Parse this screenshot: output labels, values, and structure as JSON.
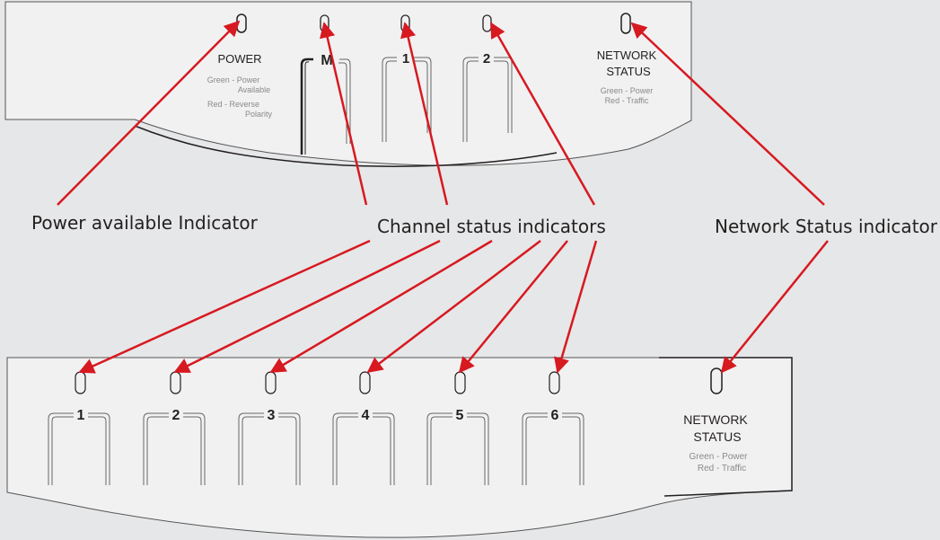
{
  "callouts": {
    "power": "Power available Indicator",
    "channel": "Channel status indicators",
    "network": "Network Status indicator"
  },
  "top_panel": {
    "power_label": "POWER",
    "power_legend": [
      "Green - Power",
      "Available",
      "Red - Reverse",
      "Polarity"
    ],
    "channels": [
      "M",
      "1",
      "2"
    ],
    "network_label": [
      "NETWORK",
      "STATUS"
    ],
    "network_legend": [
      "Green - Power",
      "Red - Traffic"
    ]
  },
  "bottom_panel": {
    "channels": [
      "1",
      "2",
      "3",
      "4",
      "5",
      "6"
    ],
    "network_label": [
      "NETWORK",
      "STATUS"
    ],
    "network_legend": [
      "Green - Power",
      "Red - Traffic"
    ]
  },
  "colors": {
    "background": "#e6e7e8",
    "panel": "#f1f1f2",
    "outline": "#231f20",
    "arrow": "#d71920",
    "text": "#231f20"
  }
}
